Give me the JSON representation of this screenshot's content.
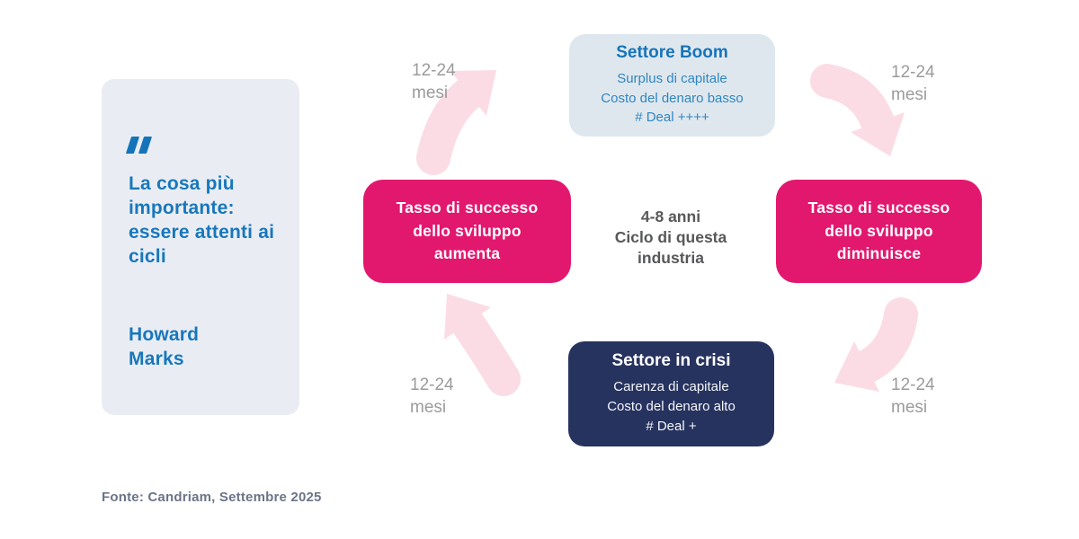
{
  "quote_card": {
    "quote": "La cosa più importante: essere attenti ai cicli",
    "author": "Howard Marks"
  },
  "cycle": {
    "top_box": {
      "title": "Settore Boom",
      "lines": [
        "Surplus di capitale",
        "Costo del denaro basso",
        "# Deal ++++"
      ]
    },
    "right_box": {
      "label": "Tasso di successo dello sviluppo diminuisce"
    },
    "bottom_box": {
      "title": "Settore in crisi",
      "lines": [
        "Carenza di capitale",
        "Costo del denaro alto",
        "# Deal +"
      ]
    },
    "left_box": {
      "label": "Tasso di successo dello sviluppo aumenta"
    },
    "center": {
      "line1": "4-8 anni",
      "line2": "Ciclo di questa industria"
    },
    "arrow_labels": {
      "top_left": "12-24 mesi",
      "top_right": "12-24 mesi",
      "bottom_right": "12-24 mesi",
      "bottom_left": "12-24 mesi"
    }
  },
  "footer": {
    "source": "Fonte: Candriam, Settembre 2025"
  },
  "colors": {
    "pink_box": "#e2186f",
    "navy_box": "#27335f",
    "light_card": "#e9edf3",
    "top_box_bg": "#dfe7ee",
    "arrow_pink": "#fbdce5",
    "blue_text": "#1877bc",
    "blue_subtext": "#2f86c1",
    "gray_label": "#9b9b9b",
    "center_text": "#57585a",
    "footer_text": "#6b7488"
  }
}
